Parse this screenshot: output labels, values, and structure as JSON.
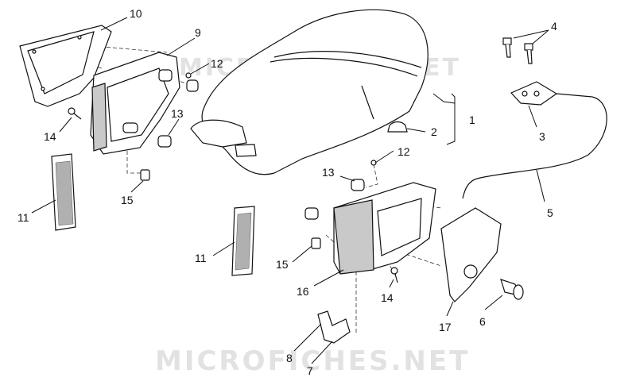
{
  "watermarks": [
    "MICROFICHES.NET",
    "MICROFICHES.NET"
  ],
  "callouts": [
    "10",
    "9",
    "12",
    "13",
    "14",
    "11",
    "15",
    "4",
    "1",
    "2",
    "3",
    "12",
    "13",
    "5",
    "11",
    "15",
    "16",
    "14",
    "17",
    "6",
    "8",
    "7"
  ]
}
